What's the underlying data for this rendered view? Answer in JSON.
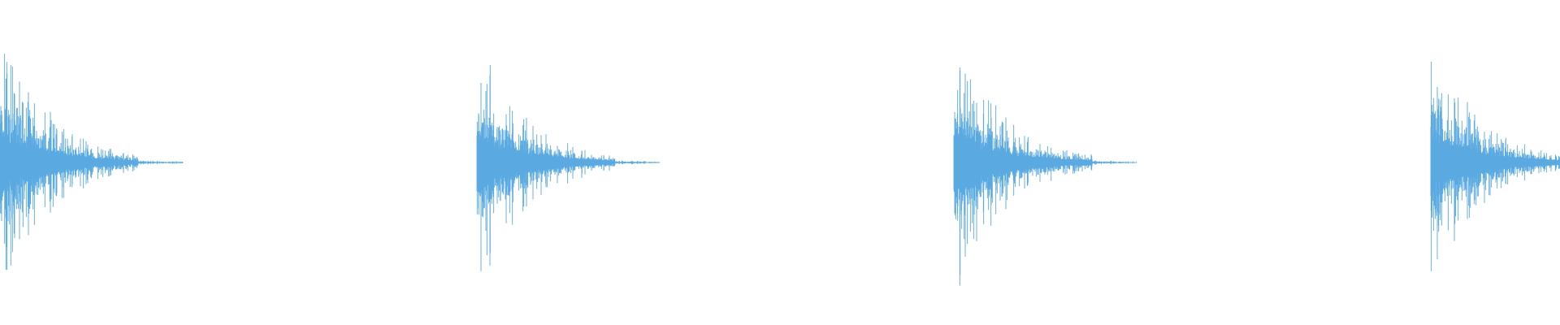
{
  "waveform": {
    "color": "#5aa9e1",
    "background": "#ffffff",
    "bursts": [
      {
        "index": 1,
        "peak": 0.99,
        "seed": 11
      },
      {
        "index": 2,
        "peak": 0.9,
        "seed": 23
      },
      {
        "index": 3,
        "peak": 0.97,
        "seed": 37
      },
      {
        "index": 4,
        "peak": 0.92,
        "seed": 51
      }
    ]
  }
}
